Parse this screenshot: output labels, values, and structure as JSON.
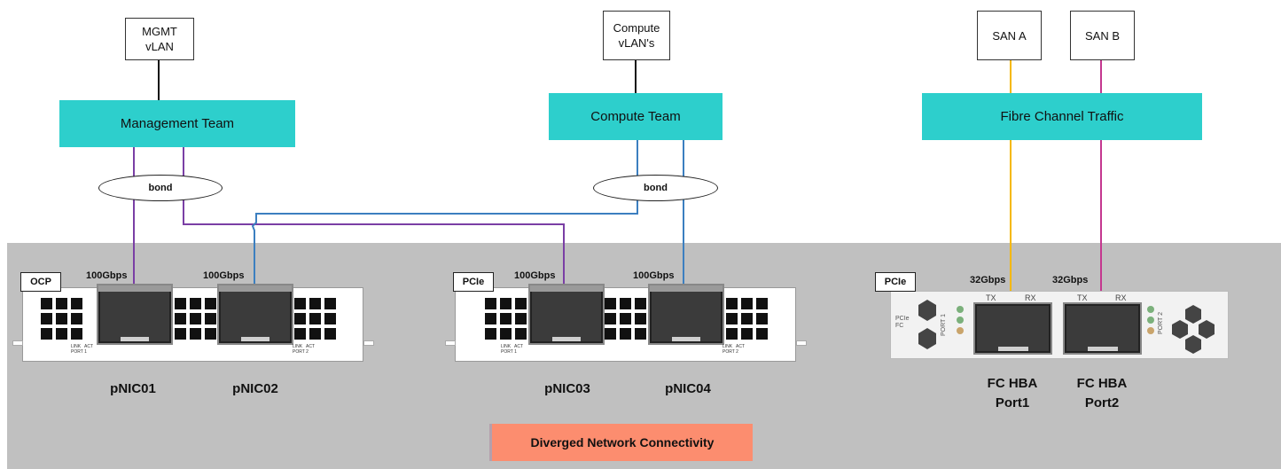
{
  "vlans": {
    "mgmt": "MGMT\nvLAN",
    "compute": "Compute\nvLAN's",
    "san_a": "SAN A",
    "san_b": "SAN B"
  },
  "teams": {
    "management": "Management Team",
    "compute": "Compute Team",
    "fc": "Fibre Channel Traffic"
  },
  "bonds": {
    "left": "bond",
    "right": "bond"
  },
  "cards": {
    "ocp": {
      "tag": "OCP",
      "speed1": "100Gbps",
      "speed2": "100Gbps",
      "port1_led": "LINK   ACT\nPORT 1",
      "port2_led": "LINK   ACT\nPORT 2"
    },
    "pcie": {
      "tag": "PCIe",
      "speed1": "100Gbps",
      "speed2": "100Gbps",
      "port1_led": "LINK   ACT\nPORT 1",
      "port2_led": "LINK   ACT\nPORT 2"
    },
    "hba": {
      "tag": "PCIe",
      "speed1": "32Gbps",
      "speed2": "32Gbps",
      "tx": "TX",
      "rx": "RX",
      "side1": "PCIe\nFC",
      "port1": "PORT 1",
      "port2": "PORT 2"
    }
  },
  "ports": {
    "pnic01": "pNIC01",
    "pnic02": "pNIC02",
    "pnic03": "pNIC03",
    "pnic04": "pNIC04",
    "fc1": "FC HBA\nPort1",
    "fc2": "FC HBA\nPort2"
  },
  "legend": "Diverged Network Connectivity",
  "colors": {
    "team": "#2dcfcc",
    "tray": "#c0c0c0",
    "legend": "#fc8d6f",
    "mgmt_link": "#7a3fa5",
    "compute_link": "#3c7fc0",
    "san_a_link": "#f5b800",
    "san_b_link": "#c4378f"
  }
}
